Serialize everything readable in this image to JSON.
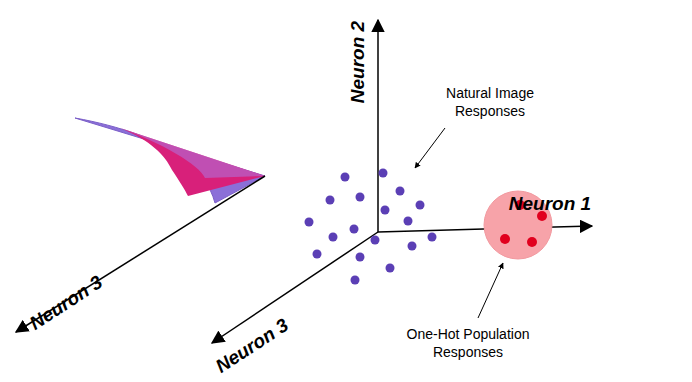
{
  "diagram": {
    "labels": [
      "Neuron 2",
      "Natural Image Responses",
      "Neuron 1",
      "Neuron 3",
      "Neuron 3",
      "One-Hot Population Responses"
    ]
  }
}
